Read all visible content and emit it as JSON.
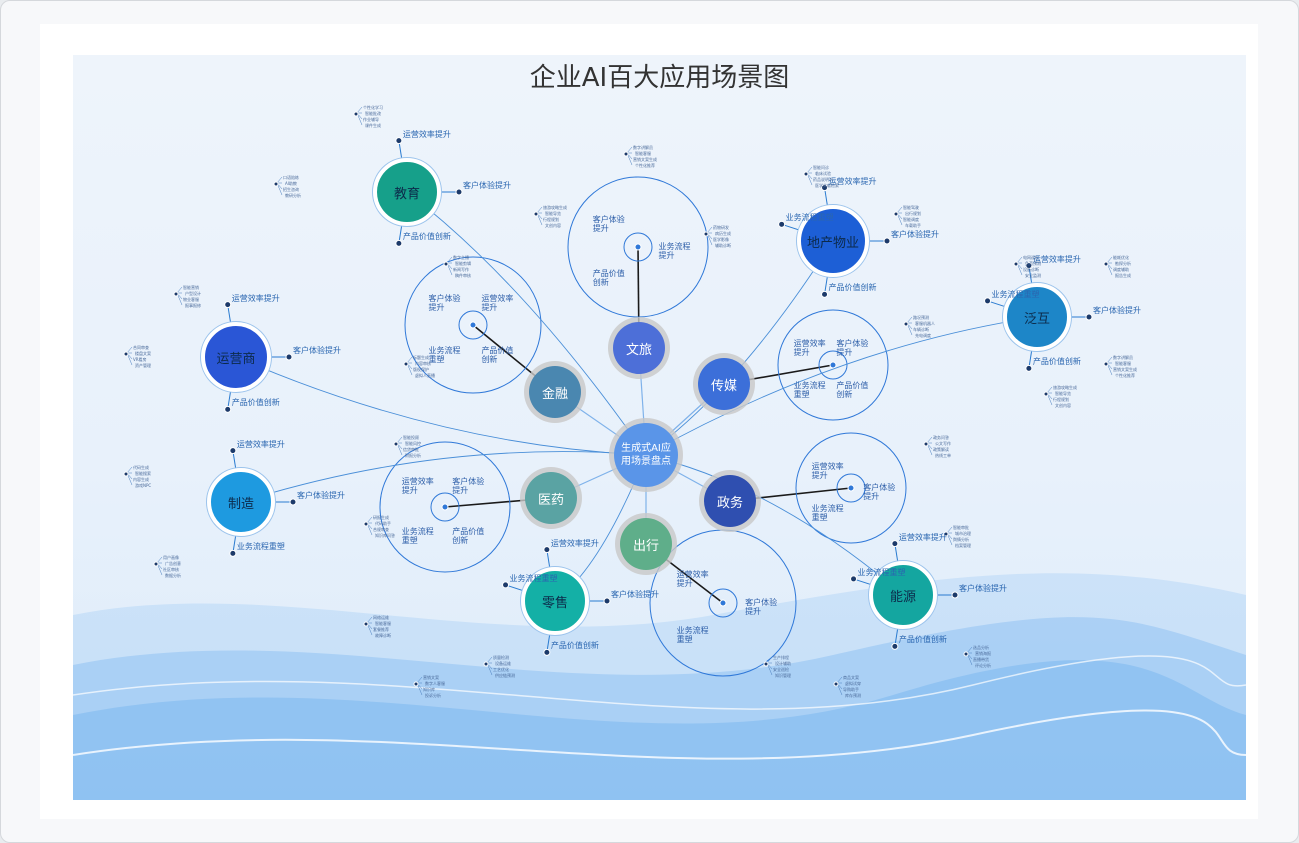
{
  "title": "企业AI百大应用场景图",
  "center": "生成式AI应用场景盘点",
  "industries": [
    {
      "name": "文旅",
      "color": "#4d6fd8"
    },
    {
      "name": "传媒",
      "color": "#3c6fd9"
    },
    {
      "name": "金融",
      "color": "#4a87b0"
    },
    {
      "name": "医药",
      "color": "#5aa3a3"
    },
    {
      "name": "出行",
      "color": "#5fae8a"
    },
    {
      "name": "政务",
      "color": "#2f4fb0"
    }
  ],
  "sectors": [
    {
      "name": "教育",
      "color": "#16a08a"
    },
    {
      "name": "地产物业",
      "color": "#1d5fd6"
    },
    {
      "name": "泛互",
      "color": "#1d86c8"
    },
    {
      "name": "运营商",
      "color": "#2a56d6"
    },
    {
      "name": "制造",
      "color": "#1e9ae0"
    },
    {
      "name": "零售",
      "color": "#14b0a6"
    },
    {
      "name": "能源",
      "color": "#14a6a0"
    }
  ],
  "branch_labels": {
    "edu": [
      "运营效率提升",
      "客户体验提升",
      "产品价值创新"
    ],
    "estate": [
      "运营效率提升",
      "客户体验提升",
      "产品价值创新",
      "业务流程重塑"
    ],
    "fanhu": [
      "运营效率提升",
      "客户体验提升",
      "产品价值创新",
      "业务流程重塑"
    ],
    "telecom": [
      "运营效率提升",
      "客户体验提升",
      "产品价值创新"
    ],
    "manuf": [
      "运营效率提升",
      "客户体验提升",
      "业务流程重塑"
    ],
    "retail": [
      "运营效率提升",
      "客户体验提升",
      "产品价值创新",
      "业务流程重塑"
    ],
    "energy": [
      "运营效率提升",
      "客户体验提升",
      "产品价值创新",
      "业务流程重塑"
    ],
    "wenlv": [
      "客户体验提升",
      "业务流程提升",
      "产品价值创新"
    ],
    "jinrong": [
      "客户体验提升",
      "运营效率提升",
      "产品价值创新",
      "业务流程重塑"
    ],
    "chuanmei": [
      "运营效率提升",
      "客户体验提升",
      "产品价值创新",
      "业务流程重塑"
    ],
    "zhengwu": [
      "运营效率提升",
      "客户体验提升",
      "业务流程重塑"
    ],
    "yiyao": [
      "运营效率提升",
      "客户体验提升",
      "产品价值创新",
      "业务流程重塑"
    ],
    "chuxing": [
      "运营效率提升",
      "客户体验提升",
      "业务流程重塑"
    ]
  },
  "leaves": [
    "数字讲解员",
    "智能客服",
    "营销文案生成",
    "个性化推荐",
    "旅游攻略生成",
    "智能导览",
    "行程规划",
    "文创内容",
    "数字主播",
    "智能剪辑",
    "新闻写作",
    "稿件审核",
    "标题生成",
    "内容审核",
    "版权保护",
    "虚拟人直播",
    "智能投顾",
    "智能风控",
    "信贷审批",
    "财报分析",
    "研报生成",
    "代码助手",
    "合规审查",
    "知识库问答",
    "药物研发",
    "病历生成",
    "医学影像",
    "辅助诊断",
    "智能问诊",
    "临床试验",
    "药品说明书",
    "医学文献检索",
    "智能驾驶",
    "出行规划",
    "智能调度",
    "车载助手",
    "路况预测",
    "客服机器人",
    "车辆诊断",
    "充电调度",
    "政务问答",
    "公文写作",
    "政策解读",
    "热线工单",
    "智能审批",
    "城市治理",
    "舆情分析",
    "档案管理",
    "个性化学习",
    "智能批改",
    "作业辅导",
    "课件生成",
    "口语陪练",
    "AI助教",
    "招生咨询",
    "教研分析",
    "智能营销",
    "户型设计",
    "物业客服",
    "报事报修",
    "合同审查",
    "楼盘文案",
    "VR看房",
    "资产管理",
    "代码生成",
    "智能搜索",
    "内容生成",
    "游戏NPC",
    "用户画像",
    "广告创意",
    "社区审核",
    "数据分析",
    "网络运维",
    "智能客服",
    "套餐推荐",
    "故障诊断",
    "营销文案",
    "数字人客服",
    "知识库",
    "投诉分析",
    "质量检测",
    "设备运维",
    "工艺优化",
    "供应链预测",
    "生产排程",
    "设计辅助",
    "安全巡检",
    "知识管理",
    "商品文案",
    "虚拟试穿",
    "导购助手",
    "库存预测",
    "选品分析",
    "营销海报",
    "直播带货",
    "评论分析",
    "电网巡检",
    "负荷预测",
    "设备诊断",
    "安全监测",
    "能耗优化",
    "勘探分析",
    "调度辅助",
    "报告生成"
  ]
}
